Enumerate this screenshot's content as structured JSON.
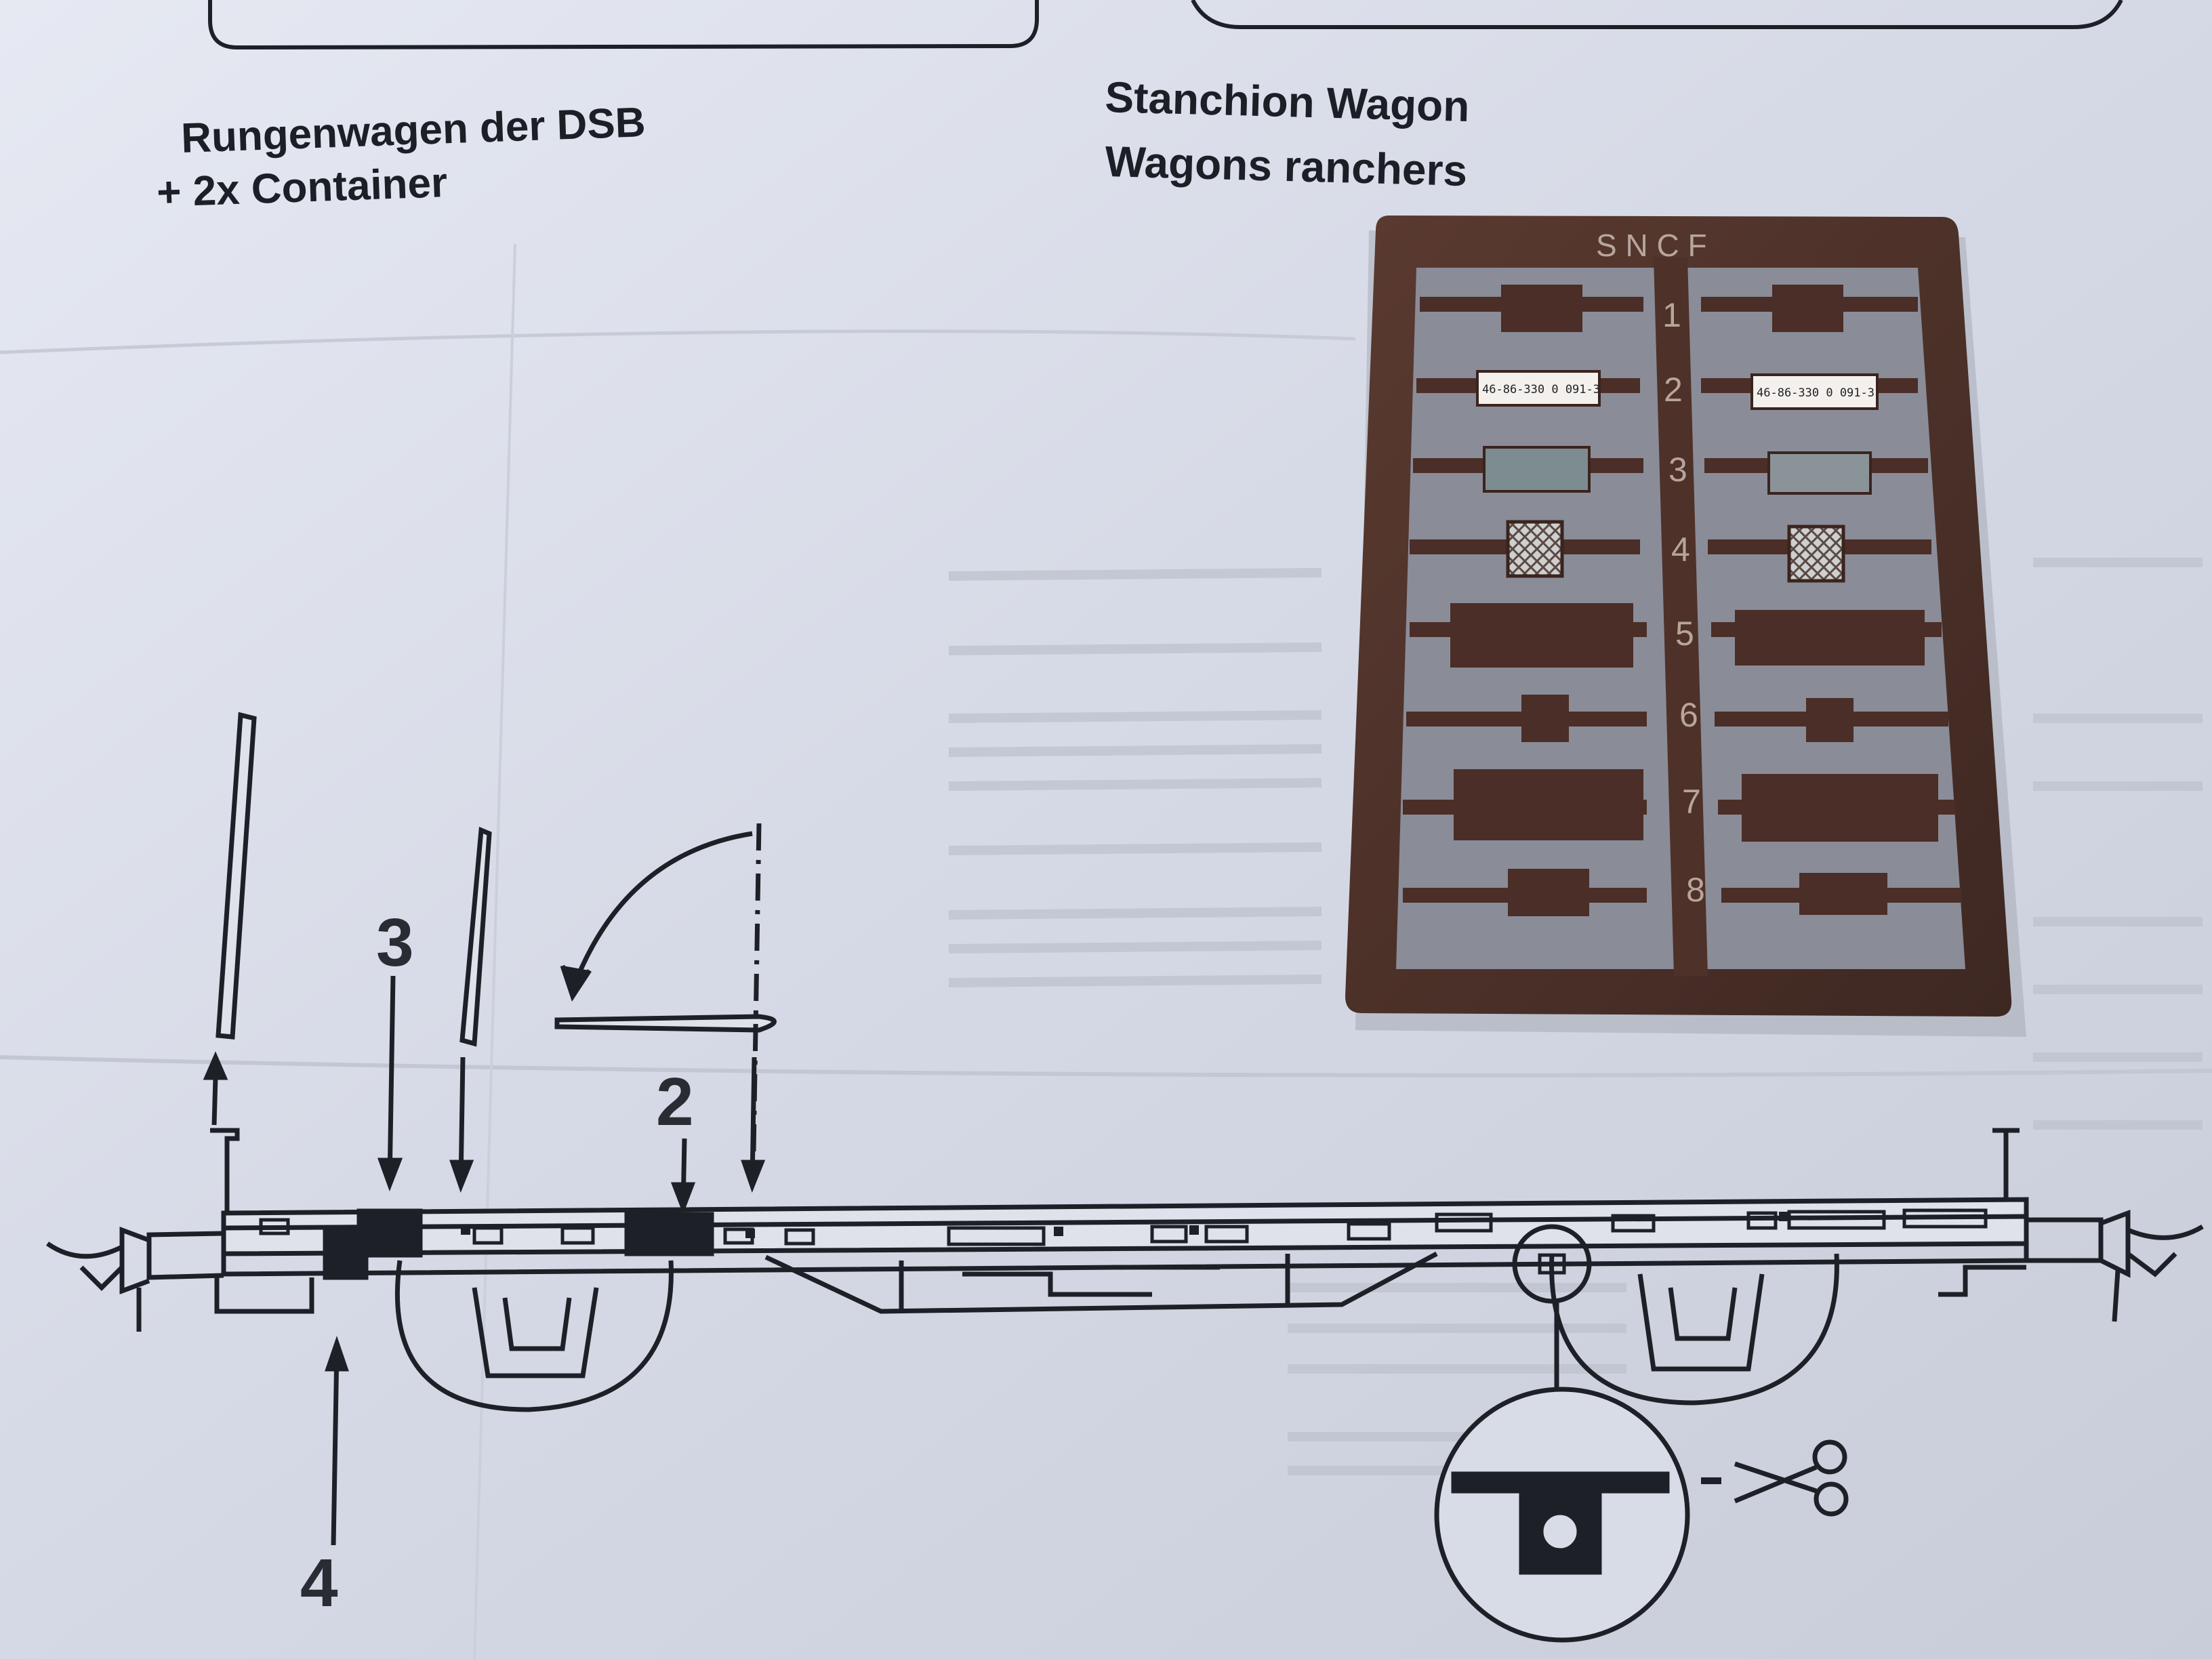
{
  "sheet": {
    "title_de_line1": "Rungenwagen der DSB",
    "title_de_line2": "+ 2x Container",
    "title_en": "Stanchion Wagon",
    "title_fr": "Wagons ranchers"
  },
  "sprue": {
    "header": "S N C F",
    "part_numbers": [
      "1",
      "2",
      "3",
      "4",
      "5",
      "6",
      "7",
      "8"
    ],
    "plate_number": "46-86-330 0 091-3"
  },
  "diagram": {
    "callouts": [
      "3",
      "2",
      "4"
    ]
  },
  "colors": {
    "paper": "#d9dde8",
    "ink": "#1e2028",
    "sprue_brown": "#4b3028"
  },
  "icons": [
    "scissors-icon"
  ]
}
